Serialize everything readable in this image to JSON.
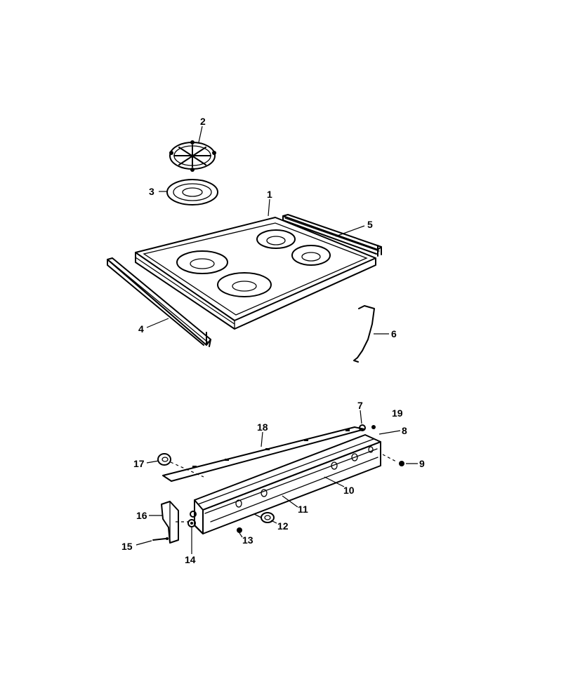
{
  "diagram": {
    "callouts": [
      "1",
      "2",
      "3",
      "4",
      "5",
      "6",
      "7",
      "8",
      "9",
      "10",
      "11",
      "12",
      "13",
      "14",
      "15",
      "16",
      "17",
      "18",
      "19"
    ]
  },
  "colors": {
    "line": "#000000",
    "background": "#ffffff"
  }
}
